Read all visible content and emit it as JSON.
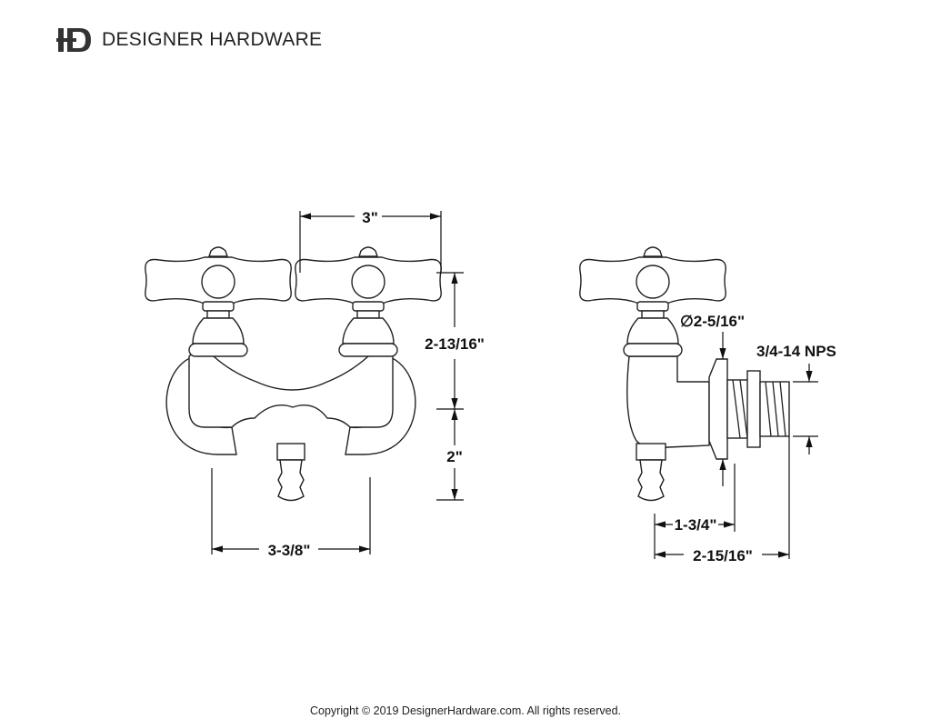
{
  "brand": {
    "name": "DESIGNER HARDWARE",
    "monogram": "DH"
  },
  "dimensions": {
    "center_spacing": "3\"",
    "height_upper": "2-13/16\"",
    "height_lower": "2\"",
    "width_overall_front": "3-3/8\"",
    "flange_diameter": "∅2-5/16\"",
    "thread": "3/4-14 NPS",
    "depth_flange": "1-3/4\"",
    "depth_overall": "2-15/16\""
  },
  "footer": {
    "copyright": "Copyright © 2019 DesignerHardware.com. All rights reserved."
  }
}
